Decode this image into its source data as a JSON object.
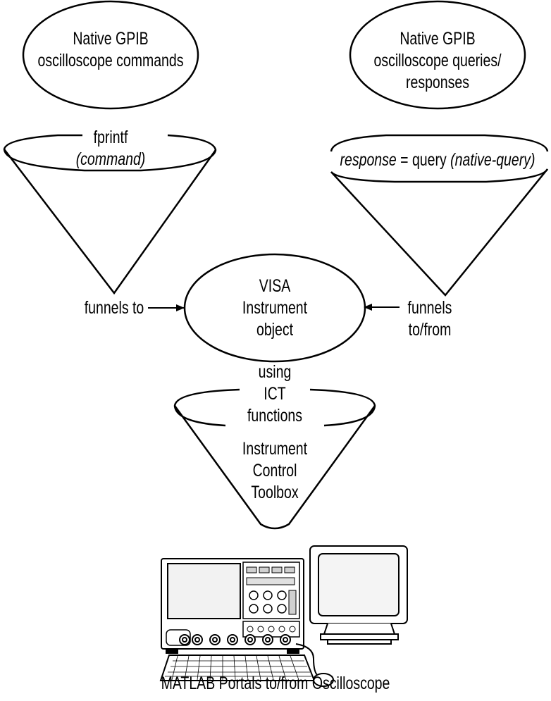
{
  "nodes": {
    "commands": {
      "line1": "Native GPIB",
      "line2": "oscilloscope commands"
    },
    "queries": {
      "line1": "Native GPIB",
      "line2": "oscilloscope queries/",
      "line3": "responses"
    },
    "visa": {
      "line1": "VISA",
      "line2": "Instrument",
      "line3": "object"
    },
    "toolbox": {
      "line1": "Instrument",
      "line2": "Control",
      "line3": "Toolbox"
    }
  },
  "funnels": {
    "left": {
      "label": "fprintf",
      "arg": "(command)"
    },
    "right": {
      "var": "response",
      "eq": " = query ",
      "arg": "(native-query)"
    },
    "bottom": {
      "line1": "using",
      "line2": "ICT",
      "line3": "functions"
    }
  },
  "arrows": {
    "left": "funnels to",
    "right_line1": "funnels",
    "right_line2": "to/from"
  },
  "caption": "MATLAB Portals to/from Oscilloscope",
  "icons": [
    "oscilloscope-icon",
    "monitor-icon",
    "keyboard-icon",
    "mouse-icon"
  ]
}
